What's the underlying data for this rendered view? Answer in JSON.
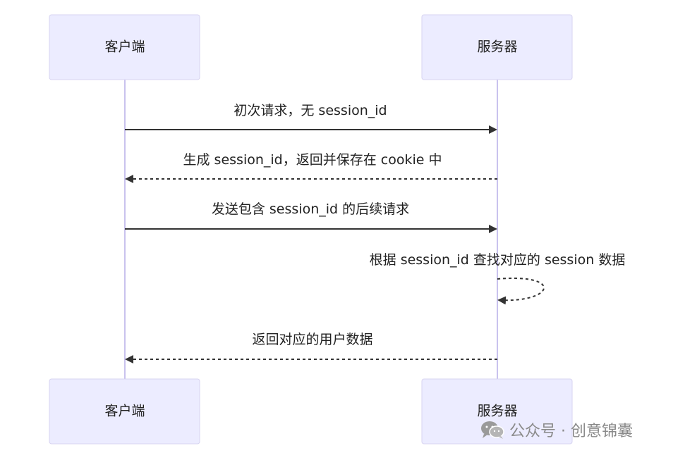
{
  "participants": [
    {
      "id": "client",
      "label": "客户端"
    },
    {
      "id": "server",
      "label": "服务器"
    }
  ],
  "messages": [
    {
      "from": "client",
      "to": "server",
      "label": "初次请求，无 session_id",
      "style": "solid"
    },
    {
      "from": "server",
      "to": "client",
      "label": "生成 session_id，返回并保存在 cookie 中",
      "style": "dashed"
    },
    {
      "from": "client",
      "to": "server",
      "label": "发送包含 session_id 的后续请求",
      "style": "solid"
    },
    {
      "from": "server",
      "to": "server",
      "label": "根据 session_id 查找对应的 session 数据",
      "style": "dashed"
    },
    {
      "from": "server",
      "to": "client",
      "label": "返回对应的用户数据",
      "style": "dashed"
    }
  ],
  "watermark": {
    "text": "公众号 · 创意锦囊",
    "icon": "wechat-icon"
  },
  "colors": {
    "actor_fill": "#ECECFF",
    "actor_stroke": "#D7D3F0",
    "lifeline": "#C9C2EE",
    "arrow": "#333333"
  }
}
